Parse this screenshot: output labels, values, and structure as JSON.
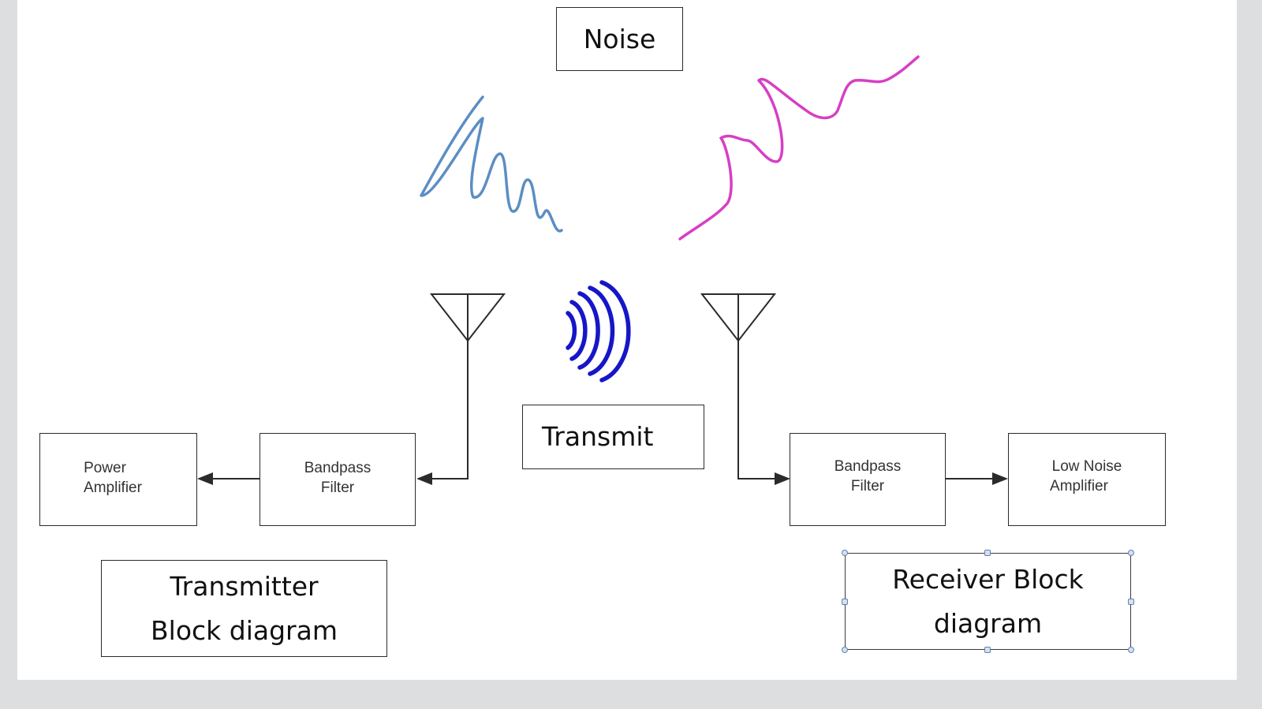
{
  "labels": {
    "noise": "Noise",
    "transmit": "Transmit",
    "transmitter_title": [
      "Transmitter",
      "Block diagram"
    ],
    "receiver_title": [
      "Receiver Block",
      "diagram"
    ]
  },
  "transmitter_blocks": {
    "power_amplifier": [
      "Power",
      "Amplifier"
    ],
    "bandpass_filter": [
      "Bandpass",
      "Filter"
    ]
  },
  "receiver_blocks": {
    "bandpass_filter": [
      "Bandpass",
      "Filter"
    ],
    "low_noise_amplifier": [
      "Low Noise",
      "Amplifier"
    ]
  },
  "colors": {
    "noise_wave_left": "#5b8ec4",
    "noise_wave_right": "#d63fc4",
    "signal_waves": "#1616c8",
    "line": "#2b2b2b"
  }
}
